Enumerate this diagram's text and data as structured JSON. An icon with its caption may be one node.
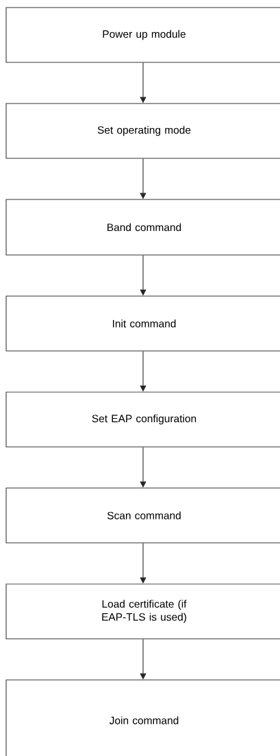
{
  "diagram": {
    "nodes": [
      {
        "text": [
          "Power up module"
        ]
      },
      {
        "text": [
          "Set operating mode"
        ]
      },
      {
        "text": [
          "Band command"
        ]
      },
      {
        "text": [
          "Init command"
        ]
      },
      {
        "text": [
          "Set EAP configuration"
        ]
      },
      {
        "text": [
          "Scan command"
        ]
      },
      {
        "text": [
          "Load certificate (if EAP-TLS is used)"
        ]
      },
      {
        "text": [
          "Join command"
        ]
      }
    ],
    "edges": [
      {
        "from": 0,
        "to": 1,
        "arrow": "to"
      },
      {
        "from": 1,
        "to": 2,
        "arrow": "to"
      },
      {
        "from": 2,
        "to": 3,
        "arrow": "to"
      },
      {
        "from": 3,
        "to": 4,
        "arrow": "to"
      },
      {
        "from": 4,
        "to": 5,
        "arrow": "to"
      },
      {
        "from": 5,
        "to": 6,
        "arrow": "to"
      },
      {
        "from": 6,
        "to": 7,
        "arrow": "to"
      }
    ]
  }
}
